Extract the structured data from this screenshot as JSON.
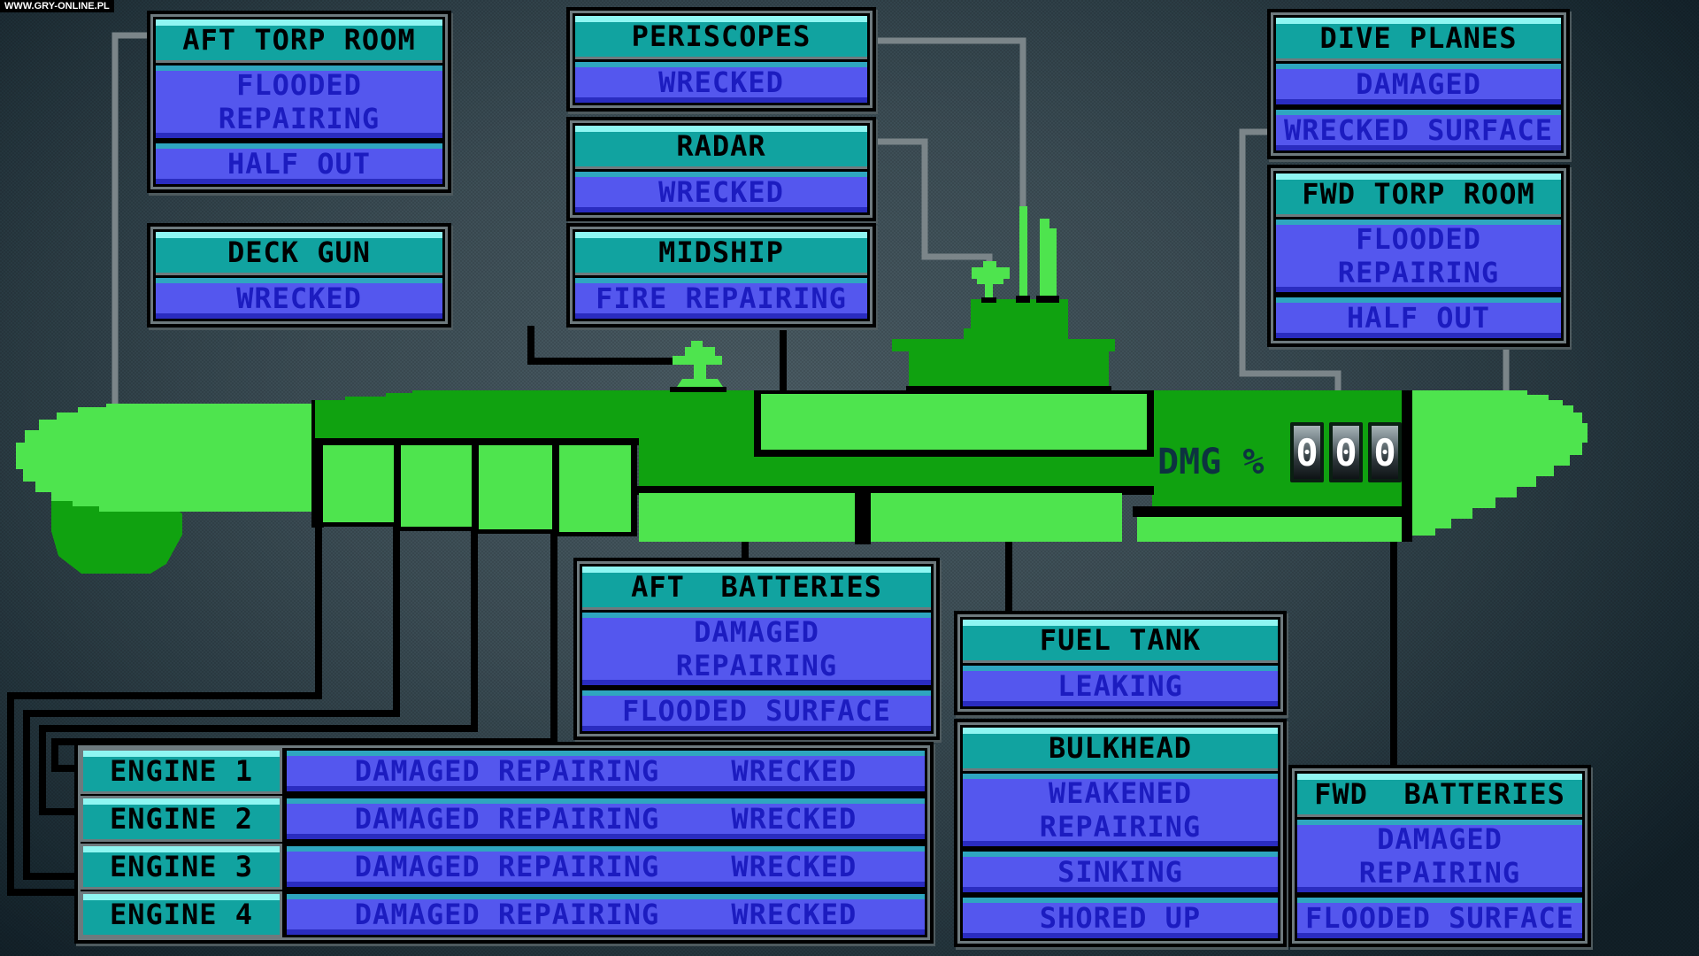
{
  "watermark": "WWW.GRY-ONLINE.PL",
  "panels": {
    "aft_torp_room": {
      "title": "AFT TORP ROOM",
      "statuses": [
        "FLOODED\nREPAIRING",
        "HALF OUT"
      ]
    },
    "deck_gun": {
      "title": "DECK GUN",
      "statuses": [
        "WRECKED"
      ]
    },
    "periscopes": {
      "title": "PERISCOPES",
      "statuses": [
        "WRECKED"
      ]
    },
    "radar": {
      "title": "RADAR",
      "statuses": [
        "WRECKED"
      ]
    },
    "midship": {
      "title": "MIDSHIP",
      "statuses": [
        "FIRE REPAIRING"
      ]
    },
    "dive_planes": {
      "title": "DIVE PLANES",
      "statuses": [
        "DAMAGED",
        "WRECKED SURFACE"
      ]
    },
    "fwd_torp_room": {
      "title": "FWD TORP ROOM",
      "statuses": [
        "FLOODED\nREPAIRING",
        "HALF OUT"
      ]
    },
    "aft_batteries": {
      "title": "AFT  BATTERIES",
      "statuses": [
        "DAMAGED\nREPAIRING",
        "FLOODED SURFACE"
      ]
    },
    "fuel_tank": {
      "title": "FUEL TANK",
      "statuses": [
        "LEAKING"
      ]
    },
    "bulkhead": {
      "title": "BULKHEAD",
      "statuses": [
        "WEAKENED\nREPAIRING",
        "SINKING",
        "SHORED UP"
      ]
    },
    "fwd_batteries": {
      "title": "FWD  BATTERIES",
      "statuses": [
        "DAMAGED\nREPAIRING",
        "FLOODED SURFACE"
      ]
    }
  },
  "engines": {
    "rows": [
      {
        "label": "ENGINE 1",
        "status": "DAMAGED REPAIRING    WRECKED"
      },
      {
        "label": "ENGINE 2",
        "status": "DAMAGED REPAIRING    WRECKED"
      },
      {
        "label": "ENGINE 3",
        "status": "DAMAGED REPAIRING    WRECKED"
      },
      {
        "label": "ENGINE 4",
        "status": "DAMAGED REPAIRING    WRECKED"
      }
    ]
  },
  "damage_counter": {
    "label": "DMG %",
    "digits": [
      "0",
      "0",
      "0"
    ]
  },
  "colors": {
    "header_teal": "#11a3a0",
    "header_stripe": "#8ff6f2",
    "status_blue": "#5457ee",
    "status_stripe": "#2fa6c0",
    "status_text": "#1c1cc0",
    "hull_light_green": "#4ee44e",
    "hull_dark_green": "#10a210",
    "connector_gray": "#7b8589",
    "connector_black": "#000000",
    "panel_frame_gray": "#6e7a7e"
  }
}
